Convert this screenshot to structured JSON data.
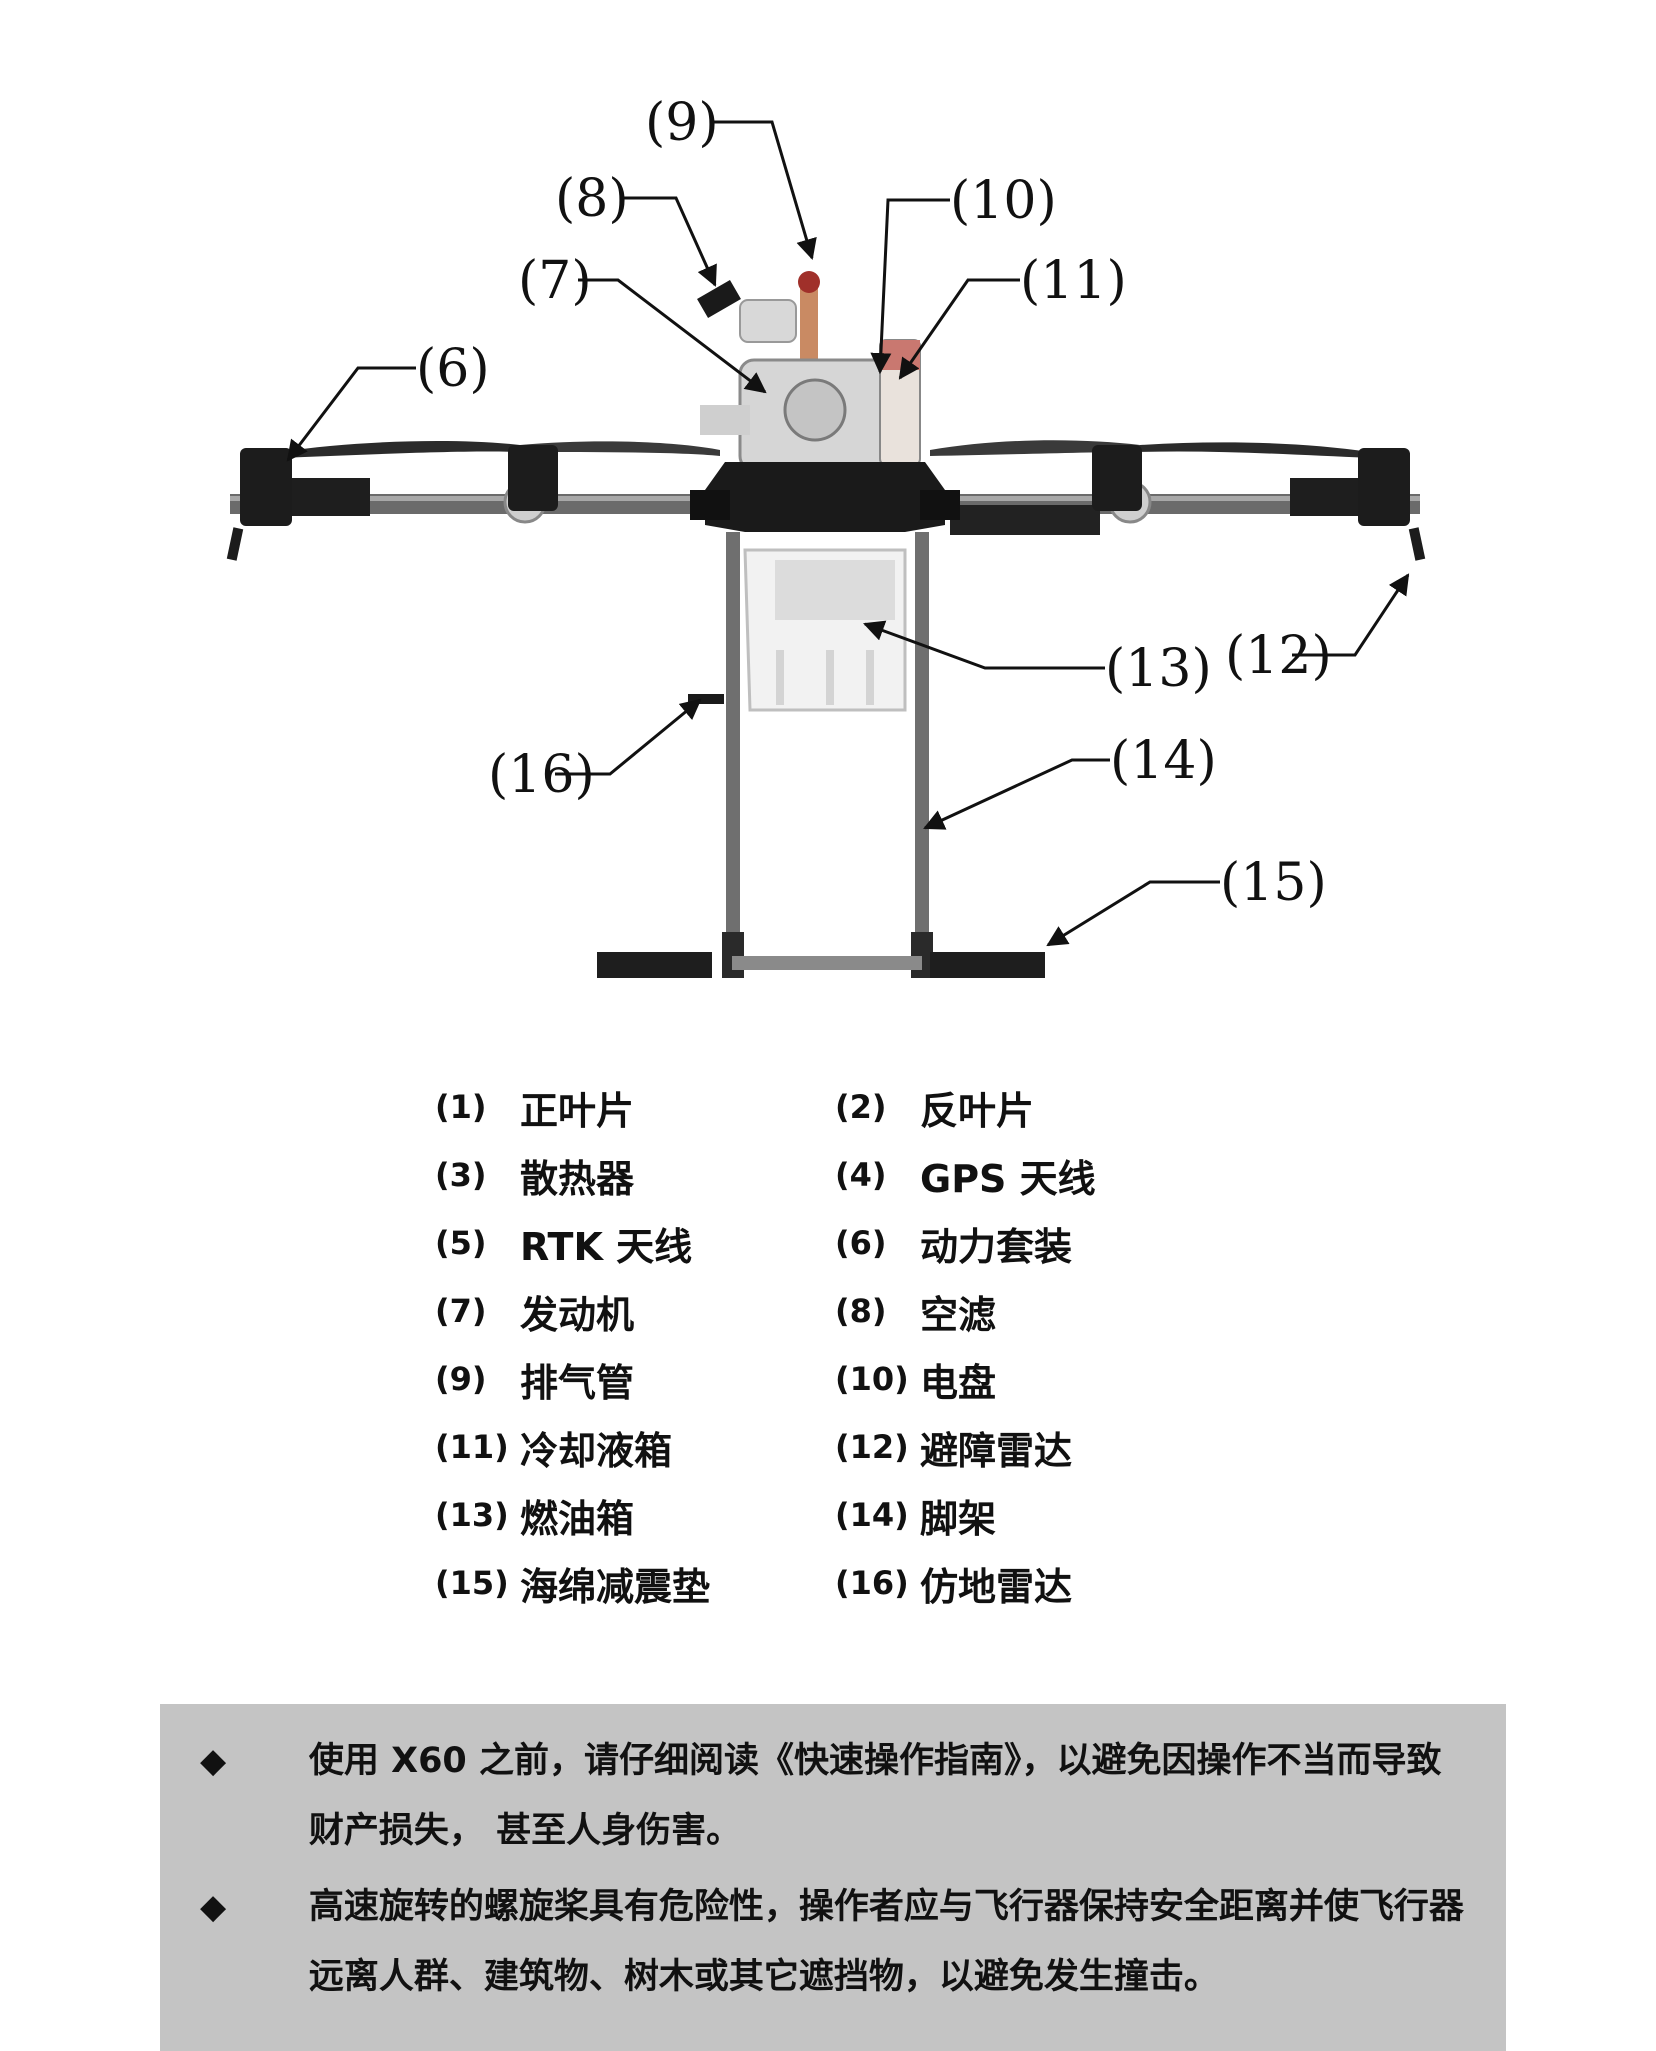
{
  "callouts": [
    {
      "id": "c9",
      "label": "(9)"
    },
    {
      "id": "c8",
      "label": "(8)"
    },
    {
      "id": "c10",
      "label": "(10)"
    },
    {
      "id": "c11",
      "label": "(11)"
    },
    {
      "id": "c7",
      "label": "(7)"
    },
    {
      "id": "c6",
      "label": "(6)"
    },
    {
      "id": "c13",
      "label": "(13)"
    },
    {
      "id": "c12",
      "label": "(12)"
    },
    {
      "id": "c16",
      "label": "(16)"
    },
    {
      "id": "c14",
      "label": "(14)"
    },
    {
      "id": "c15",
      "label": "(15)"
    }
  ],
  "parts": [
    {
      "num": "(1)",
      "name": "正叶片"
    },
    {
      "num": "(2)",
      "name": "反叶片"
    },
    {
      "num": "(3)",
      "name": "散热器"
    },
    {
      "num": "(4)",
      "name": "GPS 天线"
    },
    {
      "num": "(5)",
      "name": "RTK 天线"
    },
    {
      "num": "(6)",
      "name": "动力套装"
    },
    {
      "num": "(7)",
      "name": "发动机"
    },
    {
      "num": "(8)",
      "name": "空滤"
    },
    {
      "num": "(9)",
      "name": "排气管"
    },
    {
      "num": "(10)",
      "name": "电盘"
    },
    {
      "num": "(11)",
      "name": "冷却液箱"
    },
    {
      "num": "(12)",
      "name": "避障雷达"
    },
    {
      "num": "(13)",
      "name": "燃油箱"
    },
    {
      "num": "(14)",
      "name": "脚架"
    },
    {
      "num": "(15)",
      "name": "海绵减震垫"
    },
    {
      "num": "(16)",
      "name": "仿地雷达"
    }
  ],
  "notice": {
    "bullet": "◆",
    "items": [
      "使用 X60 之前，请仔细阅读《快速操作指南》，以避免因操作不当而导致财产损失， 甚至人身伤害。",
      "高速旋转的螺旋桨具有危险性，操作者应与飞行器保持安全距离并使飞行器远离人群、建筑物、树木或其它遮挡物，以避免发生撞击。"
    ]
  }
}
